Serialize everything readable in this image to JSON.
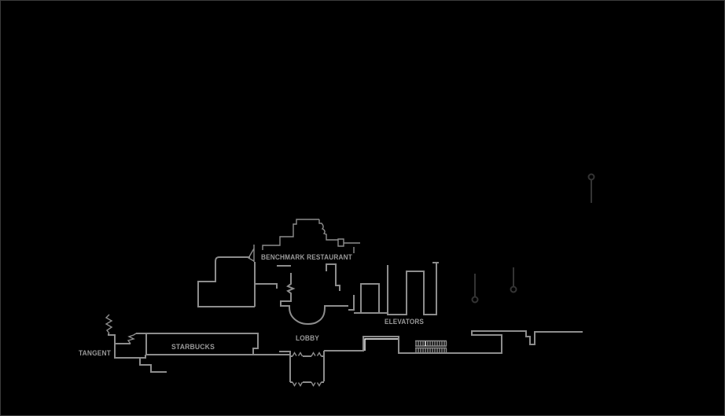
{
  "diagram": {
    "labels": {
      "benchmark_restaurant": "BENCHMARK RESTAURANT",
      "elevators": "ELEVATORS",
      "lobby": "LOBBY",
      "starbucks": "STARBUCKS",
      "tangent": "TANGENT"
    },
    "colors": {
      "background": "#000000",
      "wall": "#8d8d8d",
      "label": "#999999",
      "marker": "#343434",
      "accent": "#ffffff",
      "frame": "#3c3c3c"
    }
  }
}
